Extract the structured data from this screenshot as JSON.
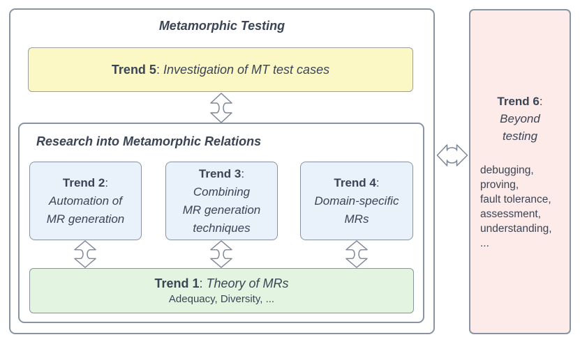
{
  "colors": {
    "text": "#3b4455",
    "border": "#8a939f",
    "yellow": "#fbf8c6",
    "blue": "#e9f1fb",
    "green": "#e3f5e0",
    "pink": "#fcebe8",
    "arrow": "#7d8694"
  },
  "diagram": {
    "title": "Metamorphic Testing",
    "mr_section": {
      "title": "Research into Metamorphic Relations"
    },
    "trend5": {
      "label": "Trend 5",
      "colon": ": ",
      "description": "Investigation of MT test cases"
    },
    "trend2": {
      "label": "Trend 2",
      "colon": ":",
      "lines": [
        "Automation of",
        "MR generation"
      ]
    },
    "trend3": {
      "label": "Trend 3",
      "colon": ":",
      "lines": [
        "Combining",
        "MR generation",
        "techniques"
      ]
    },
    "trend4": {
      "label": "Trend 4",
      "colon": ":",
      "lines": [
        "Domain-specific",
        "MRs"
      ]
    },
    "trend1": {
      "label": "Trend 1",
      "colon": ": ",
      "description": "Theory of MRs",
      "subtext": "Adequacy, Diversity, ..."
    },
    "trend6": {
      "label": "Trend 6",
      "colon": ":",
      "lines": [
        "Beyond",
        "testing"
      ],
      "items": [
        "debugging,",
        "proving,",
        "fault tolerance,",
        "assessment,",
        "understanding,",
        "..."
      ]
    }
  }
}
